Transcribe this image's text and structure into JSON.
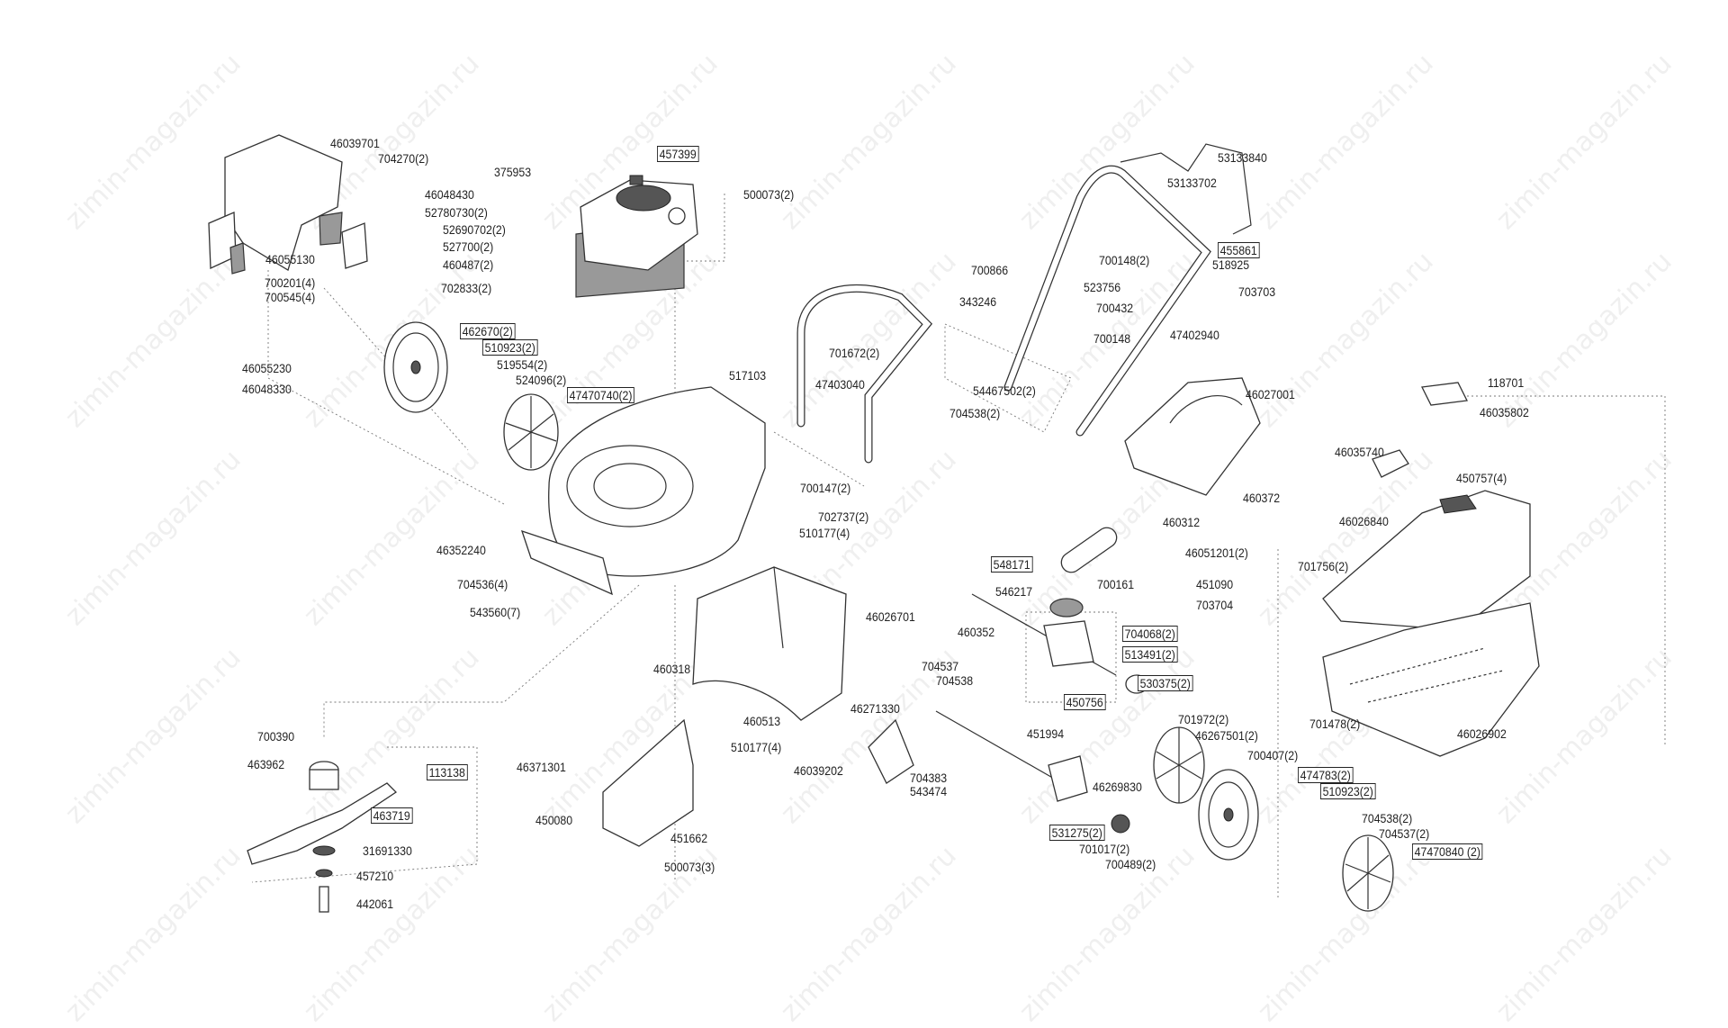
{
  "watermark": "zimin-magazin.ru",
  "labels": [
    {
      "text": "46039701",
      "boxed": false
    },
    {
      "text": "704270(2)",
      "boxed": false
    },
    {
      "text": "46048430",
      "boxed": false
    },
    {
      "text": "52780730(2)",
      "boxed": false
    },
    {
      "text": "52690702(2)",
      "boxed": false
    },
    {
      "text": "527700(2)",
      "boxed": false
    },
    {
      "text": "460487(2)",
      "boxed": false
    },
    {
      "text": "46055130",
      "boxed": false
    },
    {
      "text": "700201(4)",
      "boxed": false
    },
    {
      "text": "700545(4)",
      "boxed": false
    },
    {
      "text": "702833(2)",
      "boxed": false
    },
    {
      "text": "46055230",
      "boxed": false
    },
    {
      "text": "46048330",
      "boxed": false
    },
    {
      "text": "375953",
      "boxed": false
    },
    {
      "text": "457399",
      "boxed": true
    },
    {
      "text": "500073(2)",
      "boxed": false
    },
    {
      "text": "462670(2)",
      "boxed": true
    },
    {
      "text": "510923(2)",
      "boxed": true
    },
    {
      "text": "519554(2)",
      "boxed": false
    },
    {
      "text": "524096(2)",
      "boxed": false
    },
    {
      "text": "47470740(2)",
      "boxed": true
    },
    {
      "text": "517103",
      "boxed": false
    },
    {
      "text": "701672(2)",
      "boxed": false
    },
    {
      "text": "47403040",
      "boxed": false
    },
    {
      "text": "54467502(2)",
      "boxed": false
    },
    {
      "text": "704538(2)",
      "boxed": false
    },
    {
      "text": "700147(2)",
      "boxed": false
    },
    {
      "text": "702737(2)",
      "boxed": false
    },
    {
      "text": "510177(4)",
      "boxed": false
    },
    {
      "text": "46352240",
      "boxed": false
    },
    {
      "text": "704536(4)",
      "boxed": false
    },
    {
      "text": "543560(7)",
      "boxed": false
    },
    {
      "text": "46026701",
      "boxed": false
    },
    {
      "text": "460318",
      "boxed": false
    },
    {
      "text": "704537",
      "boxed": false
    },
    {
      "text": "704538",
      "boxed": false
    },
    {
      "text": "46271330",
      "boxed": false
    },
    {
      "text": "460513",
      "boxed": false
    },
    {
      "text": "510177(4)",
      "boxed": false
    },
    {
      "text": "46039202",
      "boxed": false
    },
    {
      "text": "704383",
      "boxed": false
    },
    {
      "text": "543474",
      "boxed": false
    },
    {
      "text": "46371301",
      "boxed": false
    },
    {
      "text": "450080",
      "boxed": false
    },
    {
      "text": "451662",
      "boxed": false
    },
    {
      "text": "500073(3)",
      "boxed": false
    },
    {
      "text": "700390",
      "boxed": false
    },
    {
      "text": "463962",
      "boxed": false
    },
    {
      "text": "113138",
      "boxed": true
    },
    {
      "text": "463719",
      "boxed": true
    },
    {
      "text": "31691330",
      "boxed": false
    },
    {
      "text": "457210",
      "boxed": false
    },
    {
      "text": "442061",
      "boxed": false
    },
    {
      "text": "53133840",
      "boxed": false
    },
    {
      "text": "53133702",
      "boxed": false
    },
    {
      "text": "455861",
      "boxed": true
    },
    {
      "text": "700148(2)",
      "boxed": false
    },
    {
      "text": "518925",
      "boxed": false
    },
    {
      "text": "700866",
      "boxed": false
    },
    {
      "text": "523756",
      "boxed": false
    },
    {
      "text": "703703",
      "boxed": false
    },
    {
      "text": "343246",
      "boxed": false
    },
    {
      "text": "700432",
      "boxed": false
    },
    {
      "text": "700148",
      "boxed": false
    },
    {
      "text": "47402940",
      "boxed": false
    },
    {
      "text": "46027001",
      "boxed": false
    },
    {
      "text": "118701",
      "boxed": false
    },
    {
      "text": "46035802",
      "boxed": false
    },
    {
      "text": "46035740",
      "boxed": false
    },
    {
      "text": "450757(4)",
      "boxed": false
    },
    {
      "text": "460372",
      "boxed": false
    },
    {
      "text": "46026840",
      "boxed": false
    },
    {
      "text": "460312",
      "boxed": false
    },
    {
      "text": "46051201(2)",
      "boxed": false
    },
    {
      "text": "548171",
      "boxed": true
    },
    {
      "text": "700161",
      "boxed": false
    },
    {
      "text": "451090",
      "boxed": false
    },
    {
      "text": "546217",
      "boxed": false
    },
    {
      "text": "703704",
      "boxed": false
    },
    {
      "text": "701756(2)",
      "boxed": false
    },
    {
      "text": "460352",
      "boxed": false
    },
    {
      "text": "704068(2)",
      "boxed": true
    },
    {
      "text": "513491(2)",
      "boxed": true
    },
    {
      "text": "530375(2)",
      "boxed": true
    },
    {
      "text": "450756",
      "boxed": true
    },
    {
      "text": "451994",
      "boxed": false
    },
    {
      "text": "701972(2)",
      "boxed": false
    },
    {
      "text": "46267501(2)",
      "boxed": false
    },
    {
      "text": "700407(2)",
      "boxed": false
    },
    {
      "text": "701478(2)",
      "boxed": false
    },
    {
      "text": "46026902",
      "boxed": false
    },
    {
      "text": "46269830",
      "boxed": false
    },
    {
      "text": "474783(2)",
      "boxed": true
    },
    {
      "text": "510923(2)",
      "boxed": true
    },
    {
      "text": "531275(2)",
      "boxed": true
    },
    {
      "text": "701017(2)",
      "boxed": false
    },
    {
      "text": "700489(2)",
      "boxed": false
    },
    {
      "text": "704538(2)",
      "boxed": false
    },
    {
      "text": "704537(2)",
      "boxed": false
    },
    {
      "text": "47470840 (2)",
      "boxed": true
    }
  ]
}
